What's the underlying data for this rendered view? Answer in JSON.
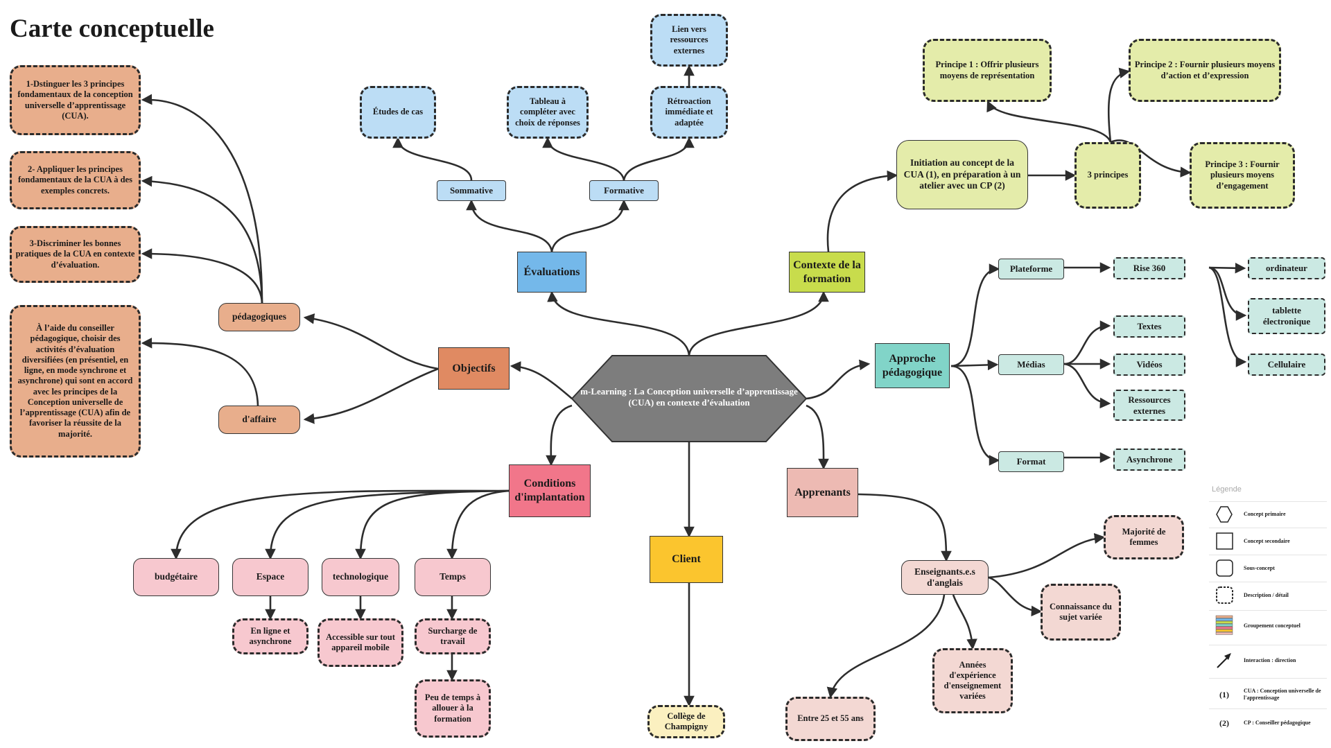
{
  "title": "Carte conceptuelle",
  "colors": {
    "orange": "#e8ae8c",
    "blue_light": "#bcddf5",
    "blue_main": "#74b8ea",
    "lime": "#c8dc4c",
    "lime_light": "#e4ecaa",
    "teal": "#81d4c8",
    "teal_light": "#cbe9e3",
    "pink": "#f1768a",
    "pink_light": "#f7c8cf",
    "yellow": "#fbc52e",
    "yellow_light": "#fbf0c0",
    "salmon": "#edbab3",
    "salmon_light": "#f3d8d3",
    "hex_gray": "#7d7d7d"
  },
  "central": {
    "label": "m-Learning : La Conception universelle d’apprentissage (CUA) en contexte d’évaluation"
  },
  "nodes": {
    "evaluations": "Évaluations",
    "sommative": "Sommative",
    "formative": "Formative",
    "etudes_cas": "Études de cas",
    "tableau": "Tableau à compléter avec choix de réponses",
    "retroaction": "Rétroaction immédiate et adaptée",
    "lien": "Lien vers ressources externes",
    "contexte": "Contexte de la formation",
    "initiation": "Initiation au concept de la CUA (1), en préparation à un atelier avec un CP (2)",
    "trois_principes": "3 principes",
    "principe1": "Principe 1 : Offrir plusieurs moyens de représentation",
    "principe2": "Principe 2 : Fournir plusieurs moyens d’action et d’expression",
    "principe3": "Principe 3 : Fournir plusieurs moyens d’engagement",
    "objectifs": "Objectifs",
    "pedagogiques": "pédagogiques",
    "daffaire": "d'affaire",
    "obj1": "1-Dstinguer les 3 principes fondamentaux de la conception universelle d’apprentissage (CUA).",
    "obj2": "2- Appliquer les principes fondamentaux de la CUA à des exemples concrets.",
    "obj3": "3-Discriminer les bonnes pratiques de la CUA en contexte d’évaluation.",
    "obj4": "À l’aide du conseiller pédagogique, choisir des activités d’évaluation diversifiées (en présentiel, en ligne, en mode synchrone et asynchrone) qui sont en accord avec les principes de la Conception universelle de l’apprentissage (CUA) afin de favoriser la réussite de la majorité.",
    "approche": "Approche pédagogique",
    "plateforme": "Plateforme",
    "rise": "Rise 360",
    "ordinateur": "ordinateur",
    "tablette": "tablette électronique",
    "cellulaire": "Cellulaire",
    "medias": "Médias",
    "textes": "Textes",
    "videos": "Vidéos",
    "ressources": "Ressources externes",
    "format": "Format",
    "asynchrone": "Asynchrone",
    "conditions": "Conditions d'implantation",
    "budgetaire": "budgétaire",
    "espace": "Espace",
    "technologique": "technologique",
    "temps": "Temps",
    "en_ligne": "En ligne et asynchrone",
    "accessible": "Accessible sur tout appareil mobile",
    "surcharge": "Surcharge de travail",
    "peu_temps": "Peu de temps à allouer à la formation",
    "client": "Client",
    "college": "Collège de Champigny",
    "apprenants": "Apprenants",
    "enseignants": "Enseignants.e.s d'anglais",
    "majorite": "Majorité de femmes",
    "connaissance": "Connaissance du sujet variée",
    "annees": "Années d'expérience d'enseignement variées",
    "age": "Entre 25 et 55 ans"
  },
  "legend": {
    "title": "Légende",
    "items": [
      {
        "symbol": "hexagon",
        "label": "Concept primaire"
      },
      {
        "symbol": "square",
        "label": "Concept secondaire"
      },
      {
        "symbol": "rounded-square",
        "label": "Sous-concept"
      },
      {
        "symbol": "dashed-rounded-square",
        "label": "Description / détail"
      },
      {
        "symbol": "color-stripes",
        "label": "Groupement conceptuel"
      },
      {
        "symbol": "arrow",
        "label": "Interaction : direction"
      },
      {
        "symbol": "(1)",
        "label": "CUA : Conception universelle de l'apprentissage"
      },
      {
        "symbol": "(2)",
        "label": "CP : Conseiller pédagogique"
      }
    ],
    "stripe_colors": [
      "#e8ae8c",
      "#74b8ea",
      "#c8dc4c",
      "#81d4c8",
      "#f1768a",
      "#fbc52e",
      "#edbab3"
    ]
  }
}
